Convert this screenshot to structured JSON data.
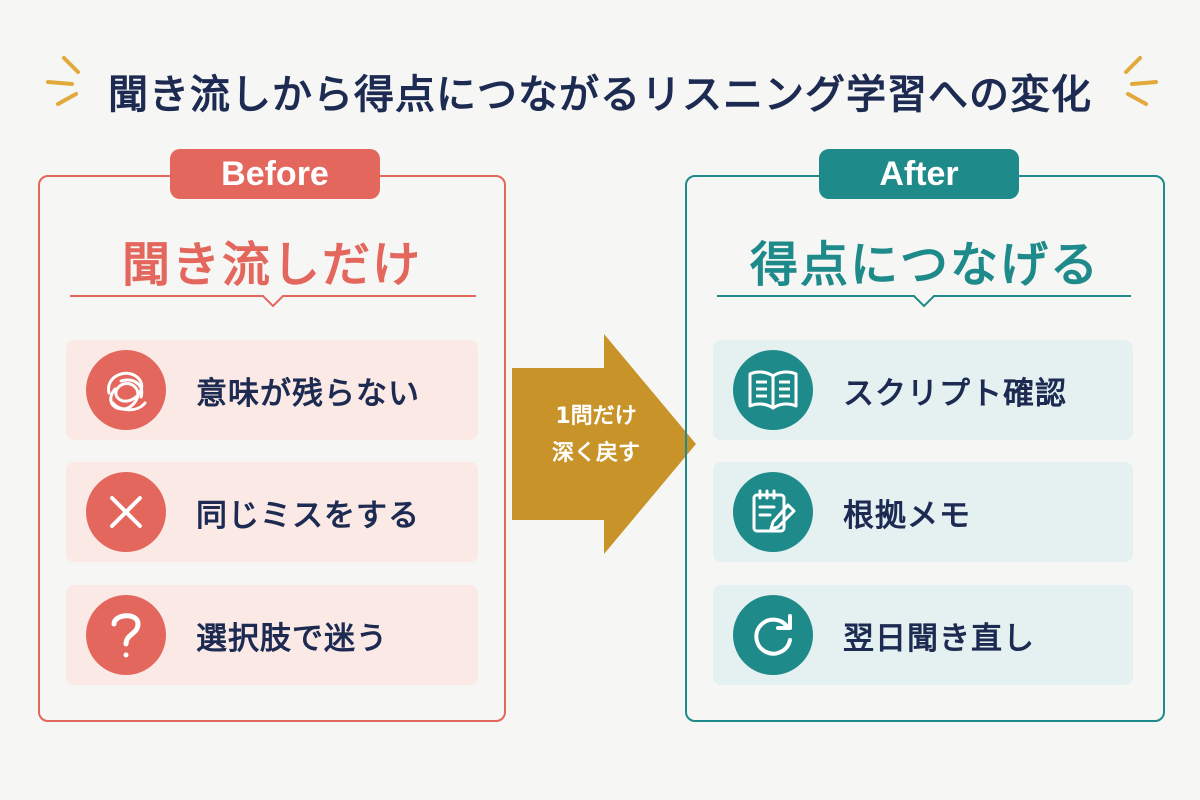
{
  "title": "聞き流しから得点につながるリスニング学習への変化",
  "before": {
    "badge": "Before",
    "heading": "聞き流しだけ",
    "items": [
      {
        "icon": "tangle-icon",
        "label": "意味が残らない"
      },
      {
        "icon": "x-mark-icon",
        "label": "同じミスをする"
      },
      {
        "icon": "question-mark-icon",
        "label": "選択肢で迷う"
      }
    ]
  },
  "arrow": {
    "line1": "1問だけ",
    "line2": "深く戻す"
  },
  "after": {
    "badge": "After",
    "heading": "得点につなげる",
    "items": [
      {
        "icon": "open-book-icon",
        "label": "スクリプト確認"
      },
      {
        "icon": "memo-pencil-icon",
        "label": "根拠メモ"
      },
      {
        "icon": "refresh-icon",
        "label": "翌日聞き直し"
      }
    ]
  },
  "colors": {
    "before_accent": "#e3675c",
    "after_accent": "#1e8a8a",
    "arrow": "#c8942a",
    "title_text": "#1d2b52",
    "spark": "#e2a93b"
  }
}
